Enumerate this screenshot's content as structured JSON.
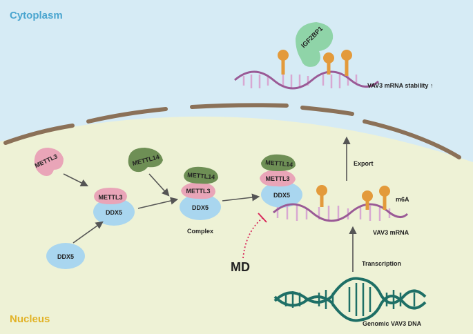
{
  "regions": {
    "cytoplasm": "Cytoplasm",
    "nucleus": "Nucleus"
  },
  "proteins": {
    "mettl3": "METTL3",
    "mettl14": "METTL14",
    "ddx5": "DDX5",
    "igf2bp1": "IGF2BP1"
  },
  "labels": {
    "complex": "Complex",
    "md": "MD",
    "m6a": "m6A",
    "export": "Export",
    "transcription": "Transcription",
    "vav3_mrna": "VAV3 mRNA",
    "genomic_dna": "Genomic VAV3 DNA",
    "stability": "VAV3 mRNA stability ↑"
  },
  "colors": {
    "cytoplasm_bg": "#d6ebf5",
    "nucleus_bg": "#eef2d6",
    "membrane": "#8b7158",
    "mettl3": "#e9a5b8",
    "mettl14": "#6e8f55",
    "ddx5": "#a9d6ef",
    "igf2bp1": "#8fd4a8",
    "m6a_mark": "#e39a3b",
    "rna": "#9a5a96",
    "dna": "#1e6f66",
    "arrow": "#555555",
    "inhibit": "#d8285a",
    "cytoplasm_text": "#4aa5cf",
    "nucleus_text": "#e2b327"
  }
}
